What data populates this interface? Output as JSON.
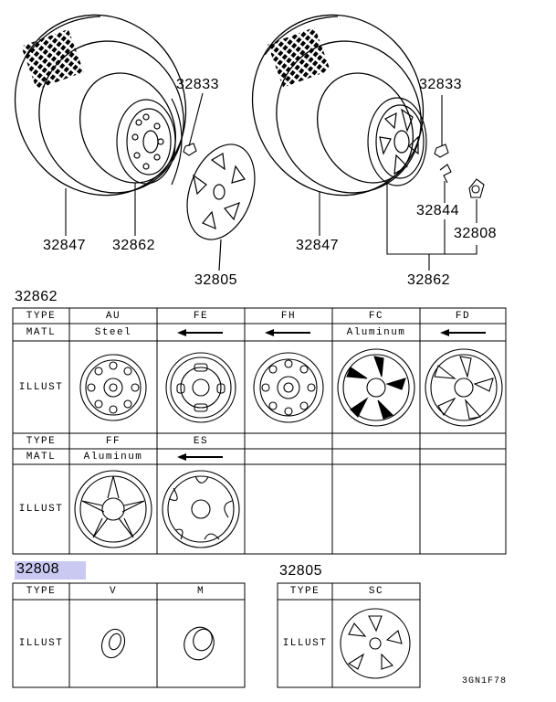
{
  "callouts": {
    "left_nut": "32833",
    "left_tire": "32847",
    "left_wheel": "32862",
    "left_cover": "32805",
    "right_nut": "32833",
    "right_clip": "32844",
    "right_cap": "32808",
    "right_tire": "32847",
    "right_wheel": "32862"
  },
  "table_32862": {
    "title": "32862",
    "row_labels": {
      "type": "TYPE",
      "matl": "MATL",
      "illust": "ILLUST"
    },
    "row1_types": [
      "AU",
      "FE",
      "FH",
      "FC",
      "FD"
    ],
    "row1_matls": [
      "Steel",
      "",
      "",
      "Aluminum",
      ""
    ],
    "row2_types": [
      "FF",
      "ES",
      "",
      "",
      ""
    ],
    "row2_matls": [
      "Aluminum",
      "",
      "",
      "",
      ""
    ]
  },
  "table_32808": {
    "title": "32808",
    "row_labels": {
      "type": "TYPE",
      "illust": "ILLUST"
    },
    "types": [
      "V",
      "M"
    ]
  },
  "table_32805": {
    "title": "32805",
    "row_labels": {
      "type": "TYPE",
      "illust": "ILLUST"
    },
    "types": [
      "SC"
    ]
  },
  "footer": {
    "code": "3GN1F78"
  },
  "colors": {
    "highlight": "#c9c9f2",
    "line": "#000000"
  }
}
